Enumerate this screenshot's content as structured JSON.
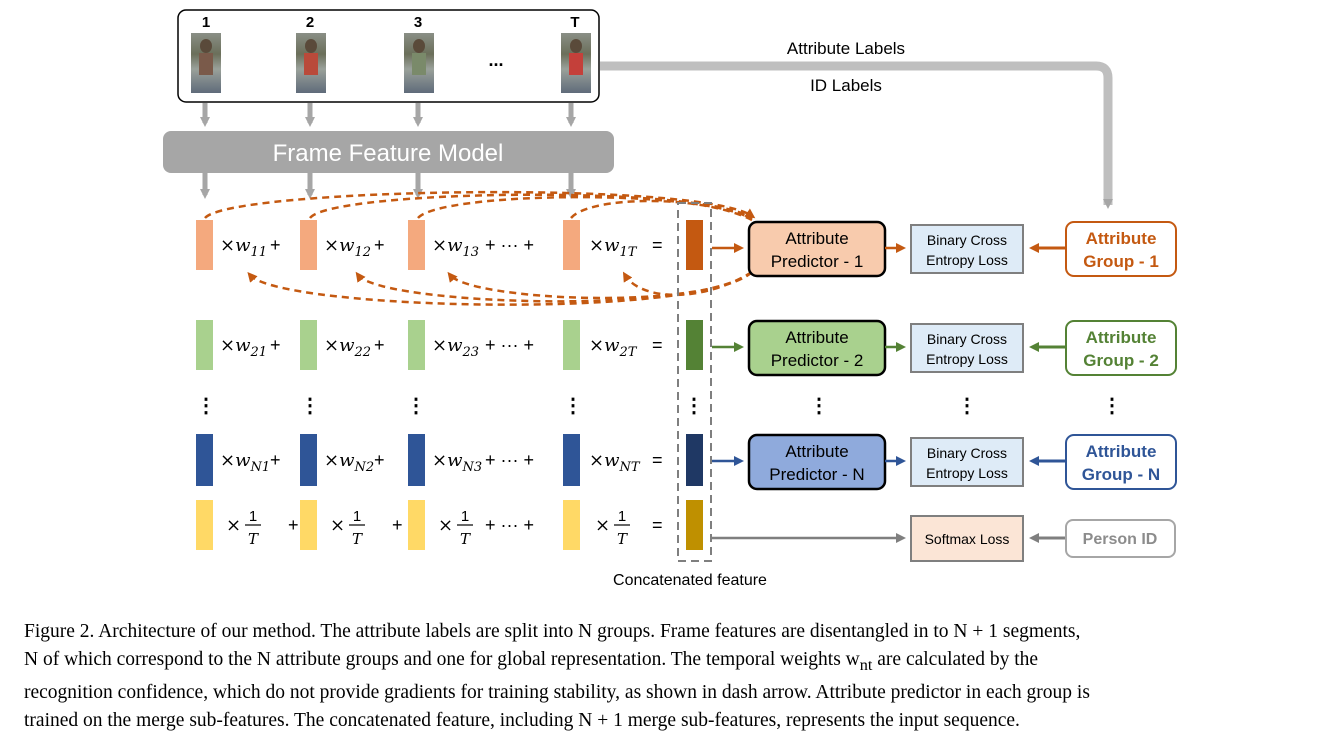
{
  "frames": {
    "labels": [
      "1",
      "2",
      "3",
      "T"
    ],
    "ellipsis": "..."
  },
  "frame_feature_model": "Frame Feature Model",
  "labels_top": {
    "attribute_labels": "Attribute Labels",
    "id_labels": "ID Labels"
  },
  "rows": [
    {
      "terms": [
        "×w",
        "×w",
        "×w",
        "×w"
      ],
      "subs": [
        "11",
        "12",
        "13",
        "1T"
      ],
      "color": "#f4a97e",
      "concat_color": "#c45911"
    },
    {
      "terms": [
        "×w",
        "×w",
        "×w",
        "×w"
      ],
      "subs": [
        "21",
        "22",
        "23",
        "2T"
      ],
      "color": "#a9d18e",
      "concat_color": "#548235"
    },
    {
      "terms": [
        "×w",
        "×w",
        "×w",
        "×w"
      ],
      "subs": [
        "N1",
        "N2",
        "N3",
        "NT"
      ],
      "color": "#2f5597",
      "concat_color": "#1f3864"
    },
    {
      "terms": [
        "×",
        "×",
        "×",
        "×"
      ],
      "subs": [
        "1/T",
        "1/T",
        "1/T",
        "1/T"
      ],
      "color": "#ffd966",
      "concat_color": "#bf9000"
    }
  ],
  "ops": {
    "plus": "+",
    "dots_plus": "+ ··· +",
    "equals": "=",
    "vdots": "⋮"
  },
  "predictors": [
    {
      "line1": "Attribute",
      "line2": "Predictor - 1",
      "fill": "#f8cbad",
      "stroke": "#000000"
    },
    {
      "line1": "Attribute",
      "line2": "Predictor - 2",
      "fill": "#a9d18e",
      "stroke": "#000000"
    },
    {
      "line1": "Attribute",
      "line2": "Predictor - N",
      "fill": "#8faadc",
      "stroke": "#000000"
    }
  ],
  "losses": [
    {
      "line1": "Binary Cross",
      "line2": "Entropy Loss"
    },
    {
      "line1": "Binary Cross",
      "line2": "Entropy Loss"
    },
    {
      "line1": "Binary Cross",
      "line2": "Entropy Loss"
    }
  ],
  "softmax_loss": "Softmax Loss",
  "groups": [
    {
      "line1": "Attribute",
      "line2": "Group - 1",
      "color": "#c45911"
    },
    {
      "line1": "Attribute",
      "line2": "Group - 2",
      "color": "#548235"
    },
    {
      "line1": "Attribute",
      "line2": "Group - N",
      "color": "#2f5597"
    }
  ],
  "person_id": "Person ID",
  "concat_label": "Concatenated feature",
  "caption": [
    "Figure 2. Architecture of our method. The attribute labels are split into N groups. Frame features are disentangled in to N + 1 segments,",
    "N of which correspond to the N attribute groups and one for global representation.  The temporal weights w",
    "nt",
    " are calculated by the",
    "recognition confidence, which do not provide gradients for training stability, as shown in dash arrow. Attribute predictor in each group is",
    "trained on the merge sub-features. The concatenated feature, including N + 1 merge sub-features, represents the input sequence."
  ]
}
